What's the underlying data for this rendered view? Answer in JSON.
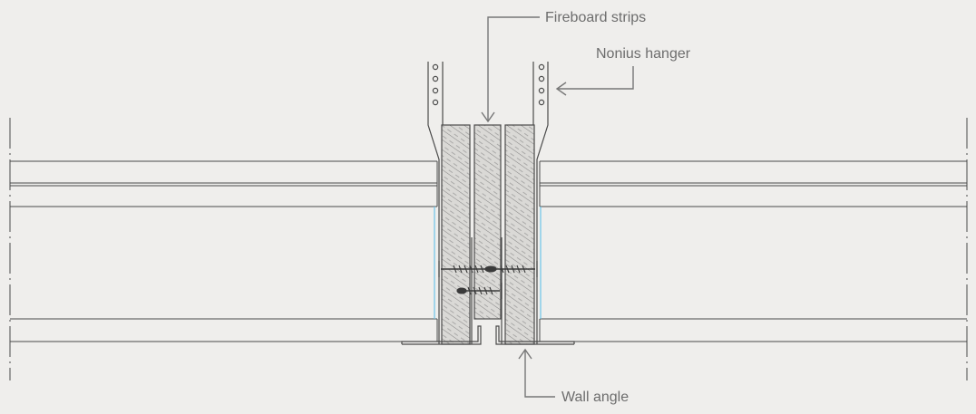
{
  "labels": {
    "fireboard_strips": "Fireboard strips",
    "nonius_hanger": "Nonius hanger",
    "wall_angle": "Wall angle"
  },
  "colors": {
    "background": "#efeeec",
    "line": "#4a4a4a",
    "callout": "#777777",
    "label": "#6d6d6d",
    "accent_blue": "#6cc4e8",
    "board_fill": "#dad9d6"
  }
}
